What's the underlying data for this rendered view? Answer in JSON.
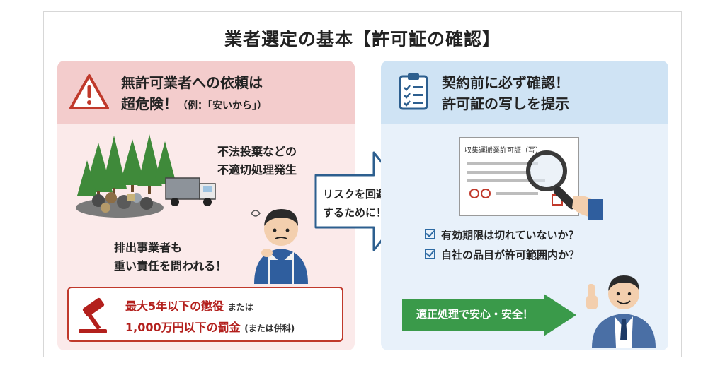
{
  "title": "業者選定の基本【許可証の確認】",
  "left": {
    "heading_line1": "無許可業者への依頼は",
    "heading_line2": "超危険！",
    "heading_note": "（例：「安いから」）",
    "dump_line1": "不法投棄などの",
    "dump_line2": "不適切処理発生",
    "resp_line1": "排出事業者も",
    "resp_line2": "重い責任を問われる！",
    "penalty_line1": "最大5年以下の懲役",
    "penalty_line1_suffix": "または",
    "penalty_line2": "1,000万円以下の罰金",
    "penalty_line2_suffix": "(または併科)"
  },
  "center": {
    "arrow_line1": "リスクを回避",
    "arrow_line2": "するために！"
  },
  "right": {
    "heading_line1": "契約前に必ず確認！",
    "heading_line2": "許可証の写しを提示",
    "permit_title": "収集運搬業許可証（写）",
    "check1": "有効期限は切れていないか？",
    "check2": "自社の品目が許可範囲内か？",
    "banner": "適正処理で安心・安全！"
  },
  "colors": {
    "left_bg": "#fbeaea",
    "left_head": "#f3cccc",
    "right_bg": "#e8f1fa",
    "right_head": "#cfe3f4",
    "danger": "#b3201d",
    "arrow": "#2d5f8f",
    "green": "#3a9a4a"
  },
  "icons": [
    "warning-icon",
    "clipboard-icon",
    "gavel-icon",
    "magnifier-icon",
    "checkbox-icon"
  ]
}
